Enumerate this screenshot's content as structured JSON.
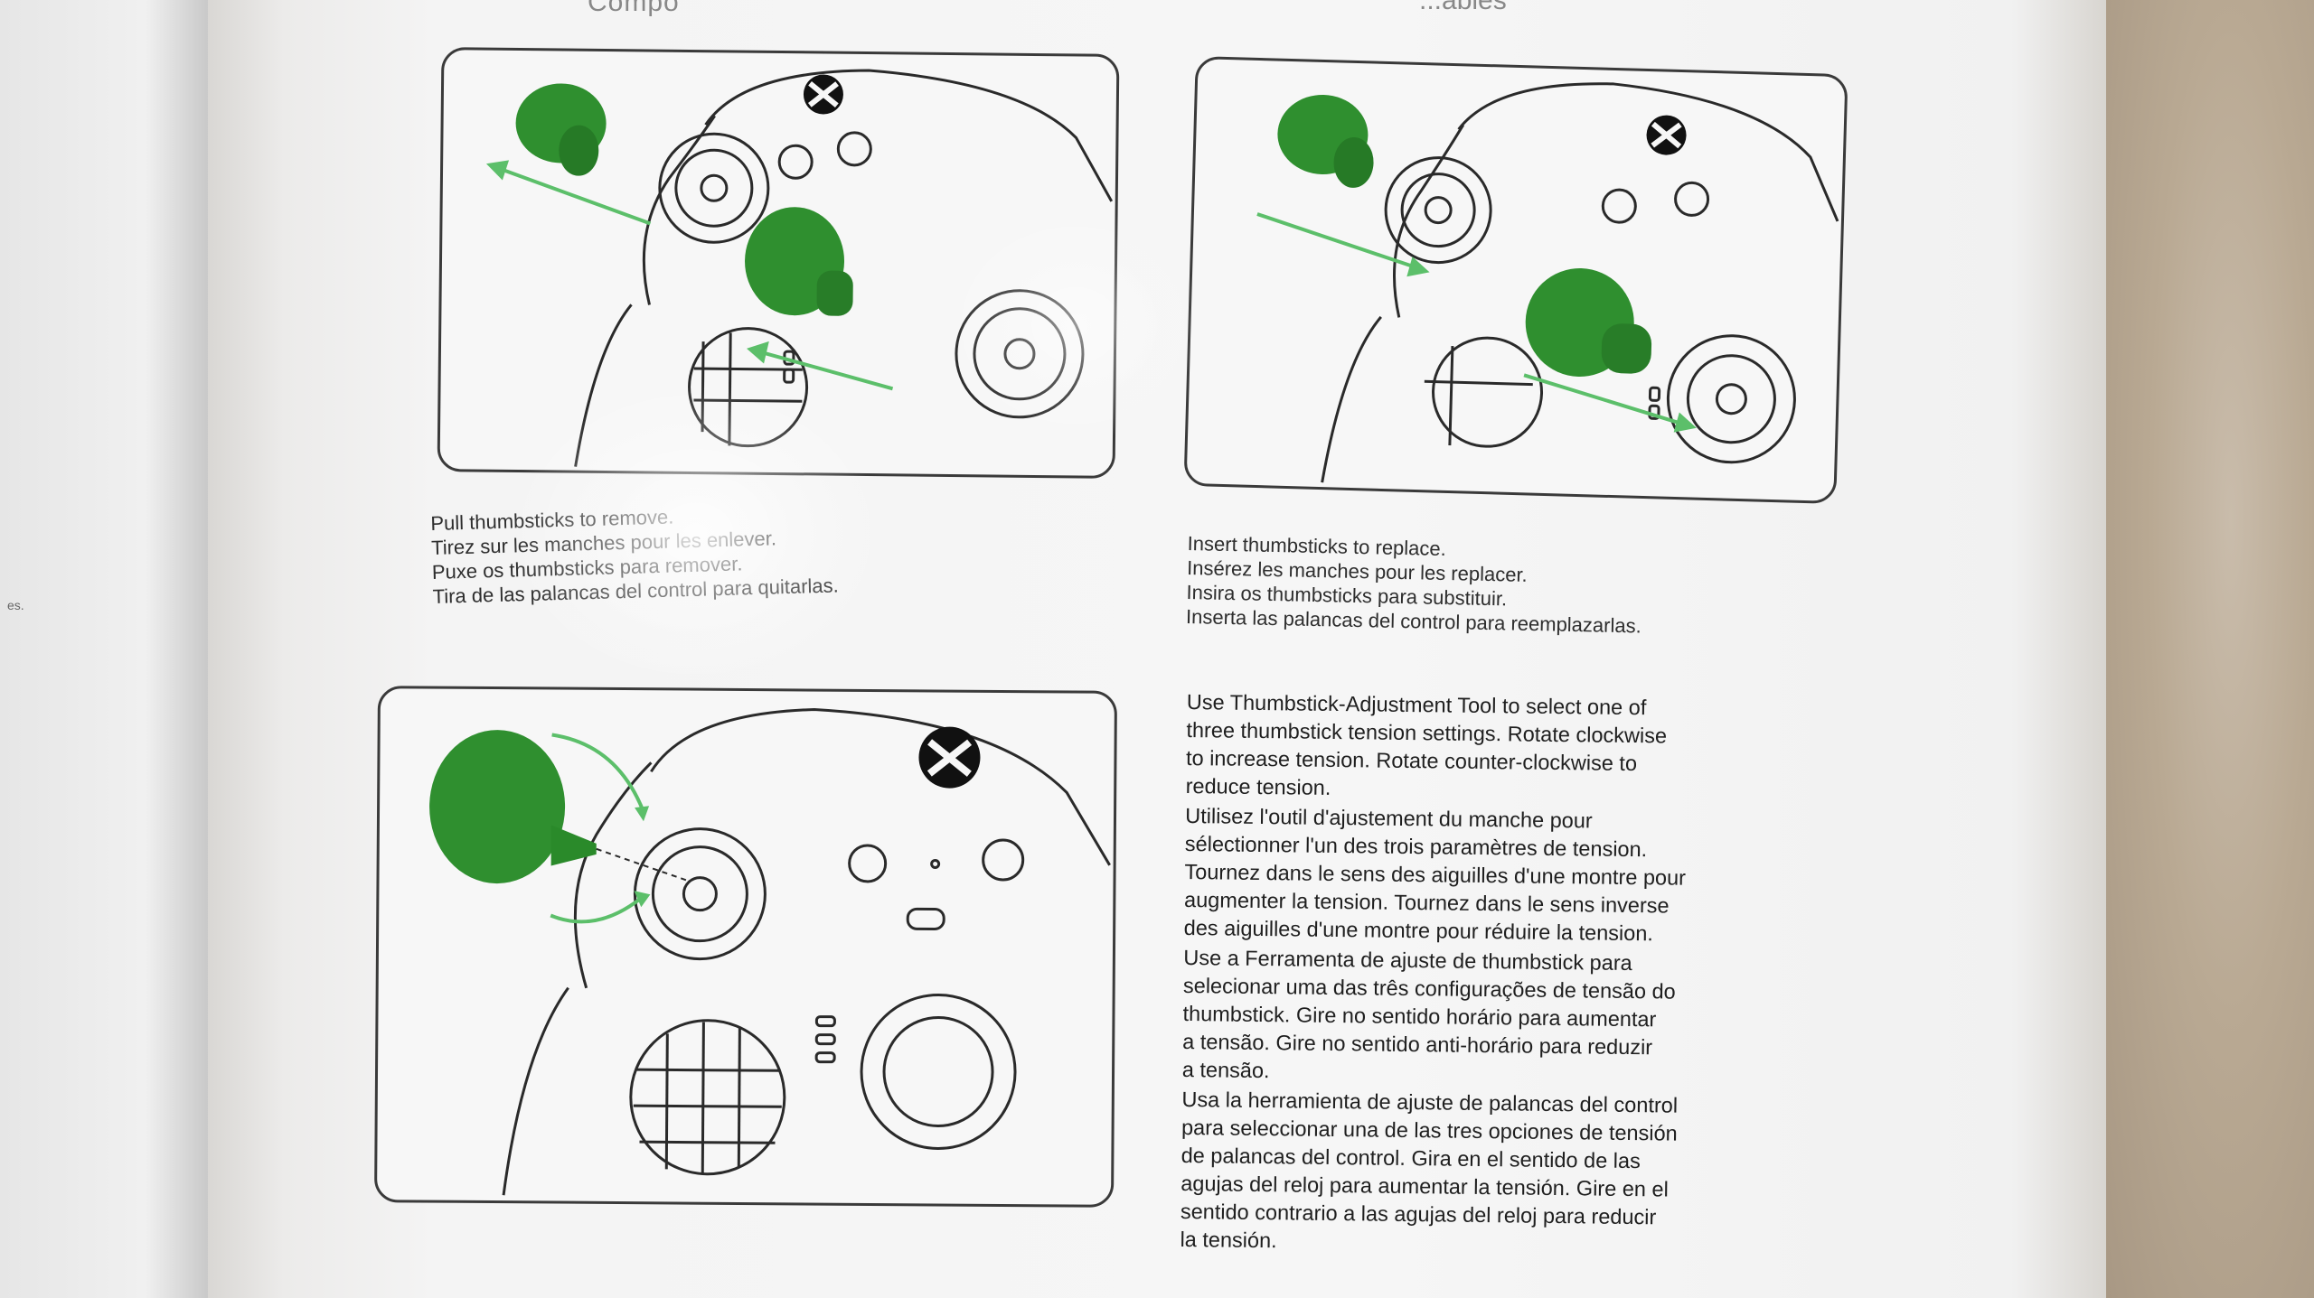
{
  "captions": {
    "remove": [
      "Pull thumbsticks to remove.",
      "Tirez sur les manches pour les enlever.",
      "Puxe os thumbsticks para remover.",
      "Tira de las palancas del control para quitarlas."
    ],
    "replace": [
      "Insert thumbsticks to replace.",
      "Insérez les manches pour les replacer.",
      "Insira os thumbsticks para substituir.",
      "Inserta las palancas del control para reemplazarlas."
    ]
  },
  "tension_instructions": [
    [
      "Use Thumbstick-Adjustment Tool to select one of",
      "three thumbstick tension settings. Rotate clockwise",
      "to increase tension. Rotate counter-clockwise to",
      "reduce tension."
    ],
    [
      "Utilisez l'outil d'ajustement du manche pour",
      "sélectionner l'un des trois paramètres de tension.",
      "Tournez dans le sens des aiguilles d'une montre pour",
      "augmenter la tension. Tournez dans le sens inverse",
      "des aiguilles d'une montre pour réduire la tension."
    ],
    [
      "Use a Ferramenta de ajuste de thumbstick para",
      "selecionar uma das três configurações de tensão do",
      "thumbstick. Gire no sentido horário para aumentar",
      "a tensão. Gire no sentido anti-horário para reduzir",
      "a tensão."
    ],
    [
      "Usa la herramienta de ajuste de palancas del control",
      "para seleccionar una de las tres opciones de tensión",
      "de palancas del control. Gira en el sentido de las",
      "agujas del reloj para aumentar la tensión. Gire en el",
      "sentido contrario a las agujas del reloj para reducir",
      "la tensión."
    ]
  ],
  "colors": {
    "thumbstick_green": "#2f8f2f",
    "arrow_green": "#5cbf6a",
    "line": "#2a2a2a"
  },
  "icons": [
    "xbox-logo-icon",
    "thumbstick-icon",
    "arrow-icon",
    "adjustment-tool-icon"
  ]
}
